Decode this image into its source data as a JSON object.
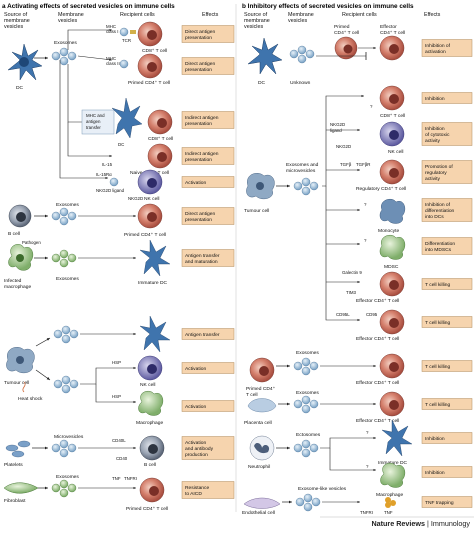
{
  "panel_a": {
    "title": "a Activating effects of secreted vesicles on immune cells",
    "headers": {
      "source": [
        "Source of",
        "membrane",
        "vesicles"
      ],
      "membrane": [
        "Membrane",
        "vesicles"
      ],
      "recipient": "Recipient cells",
      "effects": "Effects"
    },
    "sources": {
      "dc": "DC",
      "bcell": "B cell",
      "pathogen": "Pathogen",
      "infected": [
        "Infected",
        "macrophage"
      ],
      "tumour": "Tumour cell",
      "heatshock": "Heat shock",
      "platelets": "Platelets",
      "fibroblast": "Fibroblast"
    },
    "vesicles": {
      "exosomes": "Exosomes",
      "microvesicles": "Microvesicles"
    },
    "molecules": {
      "mhc1": [
        "MHC",
        "class I"
      ],
      "tcr": "TCR",
      "mhc2": [
        "MHC",
        "class II"
      ],
      "mhc_transfer": [
        "MHC and",
        "antigen",
        "transfer"
      ],
      "il15": "IL-15",
      "il15ra": "IL-15Rα",
      "nkg2d_ligand": "NKG2D ligand",
      "nkg2d": "NKG2D",
      "hsp": "HSP",
      "cd40l": "CD40L",
      "cd40": "CD40",
      "tnf": "TNF",
      "tnfr1": "TNFRI",
      "dc_small": "DC"
    },
    "recipients": {
      "cd8": "CD8⁺ T cell",
      "cd4": "Primed CD4⁺ T cell",
      "cd8b": "CD8⁺ T cell",
      "naive": "Naive CD4⁺ T cell",
      "nk": "NK cell",
      "cd4b": "Primed CD4⁺ T cell",
      "immdc": "Immature DC",
      "nk2": "NK cell",
      "mac": "Macrophage",
      "bcell2": "B cell",
      "cd4c": "Primed CD4⁺ T cell"
    },
    "effects": [
      [
        "Direct antigen",
        "presentation"
      ],
      [
        "Direct antigen",
        "presentation"
      ],
      [
        "Indirect antigen",
        "presentation"
      ],
      [
        "Indirect antigen",
        "presentation"
      ],
      [
        "Activation"
      ],
      [
        "Direct antigen",
        "presentation"
      ],
      [
        "Antigen transfer",
        "and maturation"
      ],
      [
        "Antigen transfer"
      ],
      [
        "Activation"
      ],
      [
        "Activation"
      ],
      [
        "Activation",
        "and antibody",
        "production"
      ],
      [
        "Resistance",
        "to AICD"
      ]
    ]
  },
  "panel_b": {
    "title": "b Inhibitory effects of secreted vesicles on immune cells",
    "headers": {
      "source": [
        "Source of",
        "membrane",
        "vesicles"
      ],
      "membrane": [
        "Membrane",
        "vesicles"
      ],
      "recipient": "Recipient cells",
      "effects": "Effects"
    },
    "sources": {
      "dc": "DC",
      "unknown": "Unknown",
      "tumour": "Tumour cell",
      "primed": [
        "Primed CD4⁺",
        "T cell"
      ],
      "placenta": "Placenta cell",
      "neutrophil": "Neutrophil",
      "endothelial": "Endothelial cell"
    },
    "vesicles": {
      "exo_micro": [
        "Exosomes and",
        "microvesicles"
      ],
      "exosomes1": "Exosomes",
      "exosomes2": "Exosomes",
      "ectosomes": "Ectosomes",
      "exo_like": "Exosome-like vesicles"
    },
    "molecules": {
      "nkg2d_ligand": [
        "NKG2D",
        "ligand"
      ],
      "nkg2d": "NKG2D",
      "tgfb": "TGFβ",
      "tgfbr": "TGFβR",
      "galectin": "Galectin 9",
      "tim3": "TIM3",
      "cd95l": "CD95L",
      "cd95": "CD95",
      "tnfr1": "TNFRI",
      "tnf": "TNF",
      "q": "?"
    },
    "recipients": {
      "primed": [
        "Primed",
        "CD4⁺ T cell"
      ],
      "effector": [
        "Effector",
        "CD4⁺ T cell"
      ],
      "cd8": "CD8⁺ T cell",
      "nk": "NK cell",
      "treg": "Regulatory CD4⁺ T cell",
      "mono": "Monocyte",
      "mdsc": "MDSC",
      "eff1": "Effector CD4⁺ T cell",
      "eff2": "Effector CD4⁺ T cell",
      "eff3": "Effector CD4⁺ T cell",
      "eff4": "Effector CD4⁺ T cell",
      "immdc": "Immature DC",
      "mac": "Macrophage",
      "tnf_cell": "TNF"
    },
    "effects": [
      [
        "Inhibition of",
        "activation"
      ],
      [
        "Inhibition"
      ],
      [
        "Inhibition",
        "of cytotoxic",
        "activity"
      ],
      [
        "Promotion of",
        "regulatory",
        "activity"
      ],
      [
        "Inhibition of",
        "differentiation",
        "into DCs"
      ],
      [
        "Differentiation",
        "into MDSCs"
      ],
      [
        "T cell killing"
      ],
      [
        "T cell killing"
      ],
      [
        "T cell killing"
      ],
      [
        "T cell killing"
      ],
      [
        "Inhibition"
      ],
      [
        "Inhibition"
      ],
      [
        "TNF trapping"
      ]
    ]
  },
  "footer": {
    "journal": "Nature Reviews",
    "section": "Immunology"
  },
  "colors": {
    "effect_box": "#f6d4ae",
    "effect_border": "#b08a5c",
    "t_cell": "#c96a5a",
    "t_cell_light": "#f2d2c7",
    "vesicle": "#8ab0d0",
    "nk": "#6e6aa6",
    "macrophage": "#79a860",
    "dc": "#4c7fb5",
    "tumour": "#8fa9c4",
    "placenta": "#b9cde2"
  }
}
